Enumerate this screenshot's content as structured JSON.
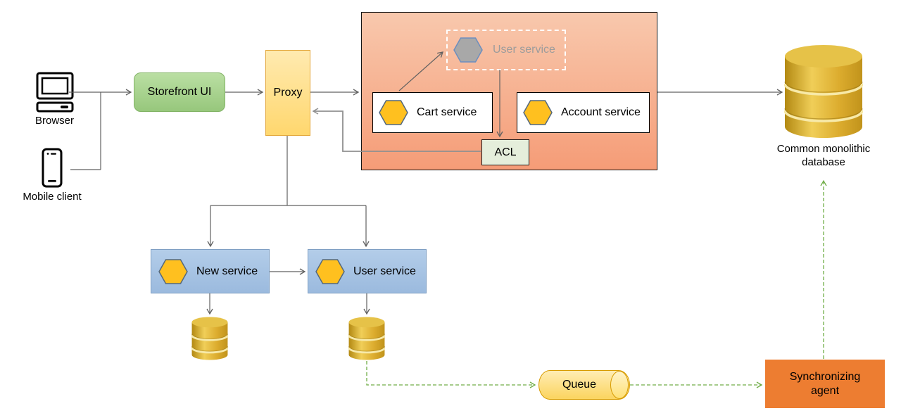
{
  "diagram": {
    "clients": {
      "browser": "Browser",
      "mobile": "Mobile client"
    },
    "storefront": {
      "label": "Storefront UI"
    },
    "proxy": {
      "label": "Proxy"
    },
    "monolith": {
      "ghost_user_service": "User service",
      "cart_service": "Cart service",
      "account_service": "Account service",
      "acl": "ACL"
    },
    "database": {
      "label": "Common monolithic database"
    },
    "new_services": {
      "new_service": "New service",
      "user_service": "User service"
    },
    "queue": {
      "label": "Queue"
    },
    "sync_agent": {
      "label": "Synchronizing agent"
    },
    "colors": {
      "container_fill": "#F5A581",
      "green_node": "#A9D18E",
      "yellow_node": "#FFD966",
      "blue_node": "#A7C5E5",
      "orange_node": "#ED7D31",
      "acl_fill": "#E5EEDB",
      "hexagon": "#FFC01F",
      "ghost_hexagon": "#A8A8A8",
      "gold_database": "#D9A62A",
      "arrow_gray": "#616161",
      "arrow_green": "#70AD47"
    }
  }
}
